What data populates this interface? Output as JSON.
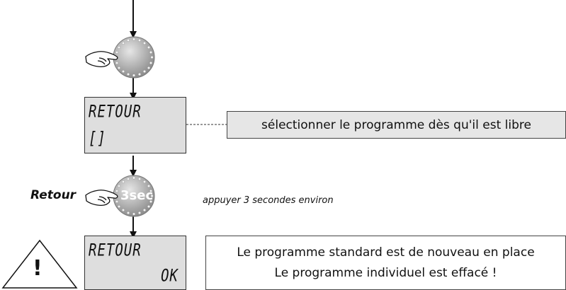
{
  "display_1": {
    "line1": "RETOUR",
    "line2": "[]"
  },
  "note_1": "sélectionner le programme dès qu'il est libre",
  "knob_2": {
    "label": "Retour",
    "badge": "3sec",
    "caption": "appuyer 3 secondes environ"
  },
  "display_2": {
    "line1": "RETOUR",
    "line2": "OK"
  },
  "note_2": {
    "line1": "Le programme standard est de nouveau en place",
    "line2": "Le programme individuel est effacé !"
  },
  "warning_icon": {
    "symbol": "!"
  }
}
